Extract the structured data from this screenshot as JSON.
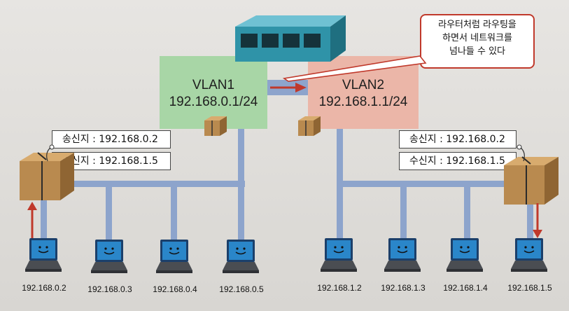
{
  "callout": {
    "lines": [
      "라우터처럼 라우팅을",
      "하면서 네트워크를",
      "넘나들 수 있다"
    ]
  },
  "vlan1": {
    "name": "VLAN1",
    "address": "192.168.0.1/24",
    "color": "#a8d6a6"
  },
  "vlan2": {
    "name": "VLAN2",
    "address": "192.168.1.1/24",
    "color": "#ebb6a8"
  },
  "left_label": {
    "source_key": "송신지",
    "source_ip": "192.168.0.2",
    "dest_key": "수신지",
    "dest_ip": "192.168.1.5",
    "sep": ":"
  },
  "right_label": {
    "source_key": "송신지",
    "source_ip": "192.168.0.2",
    "dest_key": "수신지",
    "dest_ip": "192.168.1.5",
    "sep": ":"
  },
  "hosts_left": [
    "192.168.0.2",
    "192.168.0.3",
    "192.168.0.4",
    "192.168.0.5"
  ],
  "hosts_right": [
    "192.168.1.2",
    "192.168.1.3",
    "192.168.1.4",
    "192.168.1.5"
  ],
  "colors": {
    "wire": "#8da4cc",
    "arrow": "#c0392b",
    "switch": "#2f93a8",
    "laptop_screen": "#2a86c9"
  }
}
